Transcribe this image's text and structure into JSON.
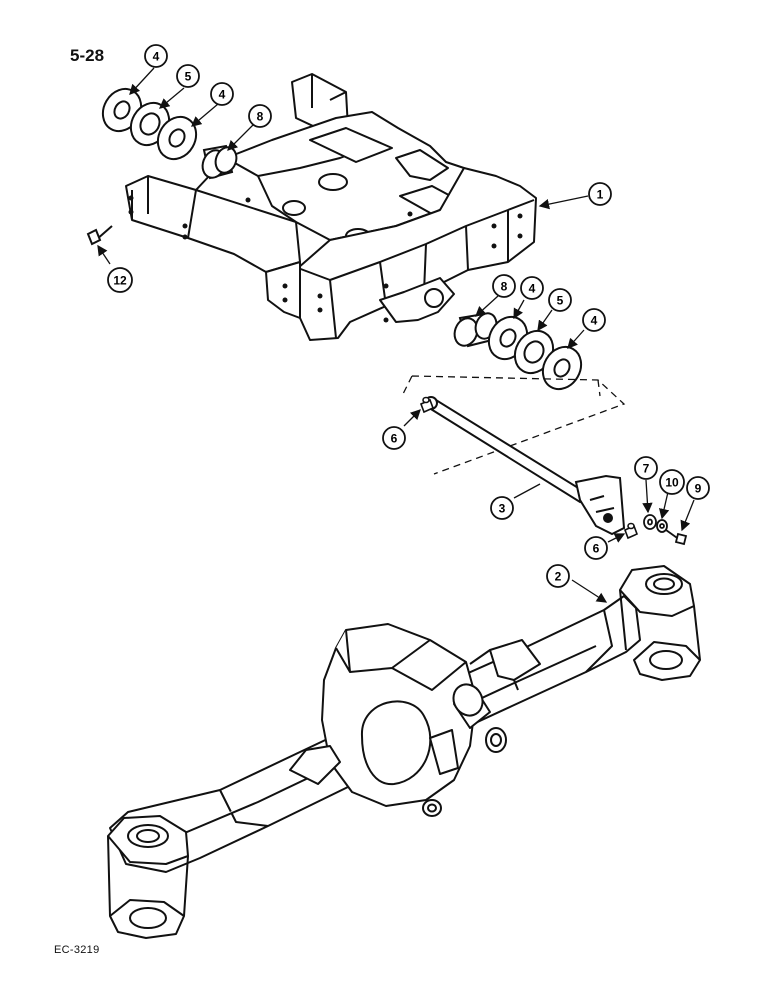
{
  "page_number": "5-28",
  "drawing_code": "EC-3219",
  "callouts": [
    {
      "id": "4a",
      "label": "4"
    },
    {
      "id": "5a",
      "label": "5"
    },
    {
      "id": "4b",
      "label": "4"
    },
    {
      "id": "8a",
      "label": "8"
    },
    {
      "id": "1",
      "label": "1"
    },
    {
      "id": "12",
      "label": "12"
    },
    {
      "id": "8b",
      "label": "8"
    },
    {
      "id": "4c",
      "label": "4"
    },
    {
      "id": "5b",
      "label": "5"
    },
    {
      "id": "4d",
      "label": "4"
    },
    {
      "id": "6a",
      "label": "6"
    },
    {
      "id": "3",
      "label": "3"
    },
    {
      "id": "7",
      "label": "7"
    },
    {
      "id": "10",
      "label": "10"
    },
    {
      "id": "9",
      "label": "9"
    },
    {
      "id": "6b",
      "label": "6"
    },
    {
      "id": "2",
      "label": "2"
    }
  ]
}
